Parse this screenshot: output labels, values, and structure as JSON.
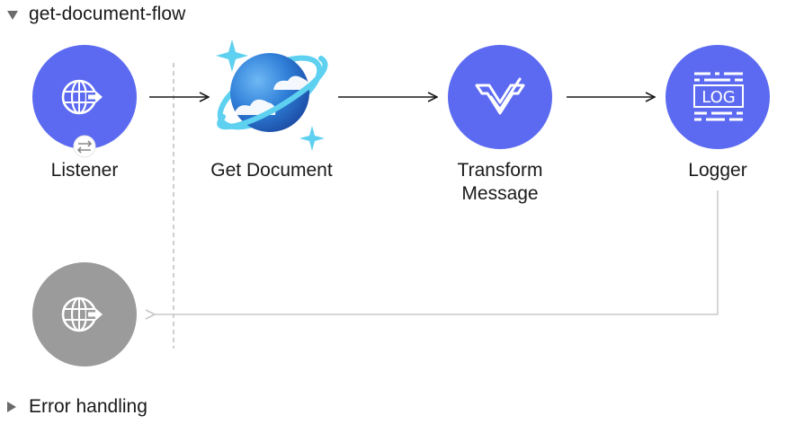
{
  "flow": {
    "name": "get-document-flow"
  },
  "nodes": {
    "listener": {
      "label": "Listener",
      "icon": "globe-arrow-icon",
      "badge": "exchange-arrows-icon",
      "color": "#5b6af0"
    },
    "get_document": {
      "label": "Get Document",
      "icon": "cosmos-db-planet-icon",
      "color": "#3a8ee6"
    },
    "transform": {
      "label_line1": "Transform",
      "label_line2": "Message",
      "icon": "dataweave-icon",
      "color": "#5b6af0"
    },
    "logger": {
      "label": "Logger",
      "icon": "log-icon",
      "icon_text": "LOG",
      "color": "#5b6af0"
    },
    "response": {
      "icon": "globe-arrow-icon",
      "color": "#9b9b9b"
    }
  },
  "error_handling": {
    "label": "Error handling"
  }
}
